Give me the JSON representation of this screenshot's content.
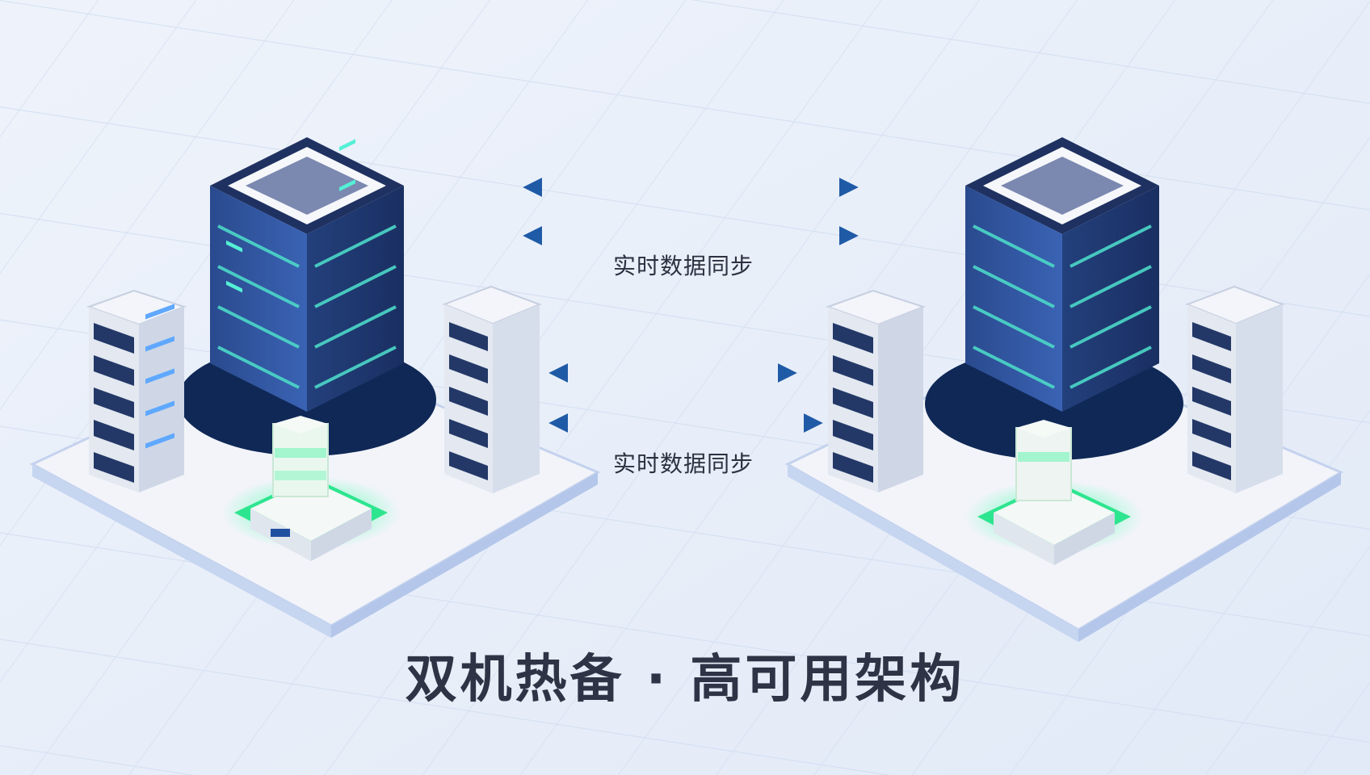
{
  "title": "双机热备 · 高可用架构",
  "sync_labels": [
    "实时数据同步",
    "实时数据同步"
  ],
  "colors": {
    "background": "#e9f0fa",
    "platform": "#f1f3f8",
    "platform_edge": "#b9cbee",
    "server_dark": "#1e3160",
    "server_accent": "#3fd6c2",
    "active_green": "#22e08f",
    "arrow": "#1f5fa8"
  },
  "nodes": [
    {
      "name": "node-a",
      "main_tower": "high-density-server-rack",
      "left_rack": "server-rack",
      "right_rack": "server-rack",
      "status_unit": "active-status-unit"
    },
    {
      "name": "node-b",
      "main_tower": "high-density-server-rack",
      "left_rack": "server-rack",
      "right_rack": "server-rack",
      "status_unit": "active-status-unit"
    }
  ],
  "links": [
    {
      "name": "sync-arrow-1",
      "direction": "bidirectional"
    },
    {
      "name": "sync-arrow-2",
      "direction": "bidirectional"
    },
    {
      "name": "sync-arrow-3",
      "direction": "bidirectional"
    },
    {
      "name": "sync-arrow-4",
      "direction": "bidirectional"
    }
  ]
}
